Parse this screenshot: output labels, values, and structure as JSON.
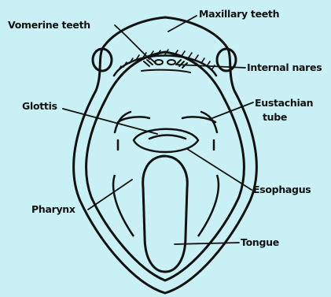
{
  "background_color": "#c9f1f5",
  "ink_color": "#111111",
  "labels": {
    "vomerine_teeth": "Vomerine teeth",
    "maxillary_teeth": "Maxillary teeth",
    "internal_nares": "Internal nares",
    "glottis": "Glottis",
    "eustachian_tube_line1": "Eustachian",
    "eustachian_tube_line2": "tube",
    "esophagus": "Esophagus",
    "pharynx": "Pharynx",
    "tongue": "Tongue"
  }
}
